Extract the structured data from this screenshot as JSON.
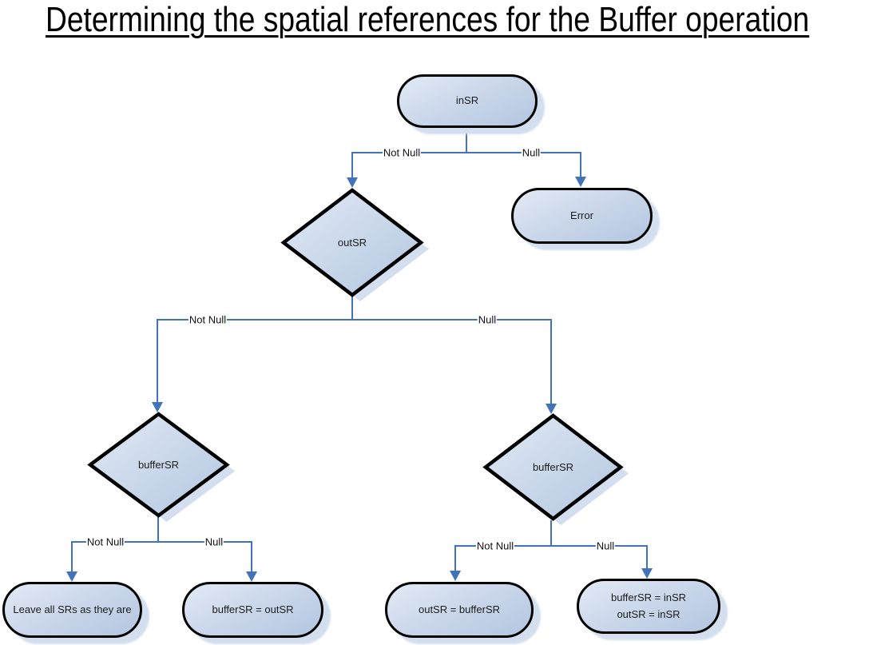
{
  "title": "Determining the spatial references for the Buffer operation",
  "nodes": {
    "insr": "inSR",
    "error": "Error",
    "outsr": "outSR",
    "buffersr_left": "bufferSR",
    "buffersr_right": "bufferSR",
    "leave_all": "Leave all SRs as they are",
    "buffersr_eq_outsr": "bufferSR = outSR",
    "outsr_eq_buffersr": "outSR = bufferSR",
    "buffersr_insr": "bufferSR = inSR\noutSR = inSR"
  },
  "edges": {
    "insr": {
      "not_null": "Not Null",
      "null": "Null"
    },
    "outsr": {
      "not_null": "Not Null",
      "null": "Null"
    },
    "buffersr_left": {
      "not_null": "Not Null",
      "null": "Null"
    },
    "buffersr_right": {
      "not_null": "Not Null",
      "null": "Null"
    }
  },
  "colors": {
    "connector": "#4273b8",
    "node_border": "#000000",
    "node_fill_light": "#e2eaf5",
    "node_fill_dark": "#b2c6e0",
    "node_shadow": "#d3dfef",
    "text": "#1c1c1c"
  }
}
